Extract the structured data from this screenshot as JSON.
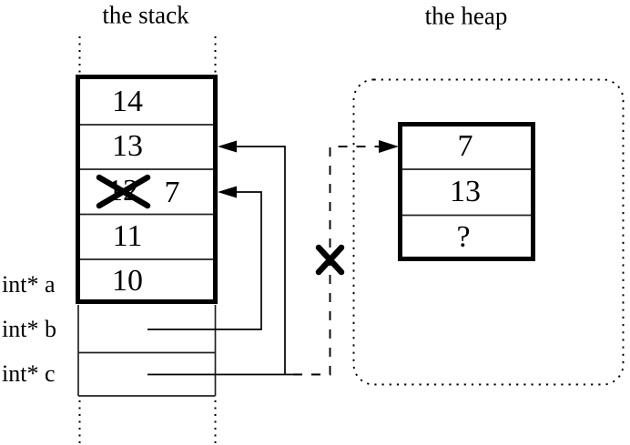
{
  "titles": {
    "stack": "the stack",
    "heap": "the heap"
  },
  "stack": {
    "cells": [
      {
        "value": "14",
        "crossed_out": false
      },
      {
        "value": "13",
        "crossed_out": false
      },
      {
        "value": "12",
        "crossed_out": true,
        "overwrite_value": "7"
      },
      {
        "value": "11",
        "crossed_out": false
      },
      {
        "value": "10",
        "crossed_out": false
      }
    ]
  },
  "pointers": [
    {
      "label": "int* a"
    },
    {
      "label": "int* b"
    },
    {
      "label": "int* c"
    }
  ],
  "heap": {
    "cells": [
      {
        "value": "7"
      },
      {
        "value": "13"
      },
      {
        "value": "?"
      }
    ]
  },
  "colors": {
    "ink": "#000000",
    "background": "#ffffff"
  }
}
